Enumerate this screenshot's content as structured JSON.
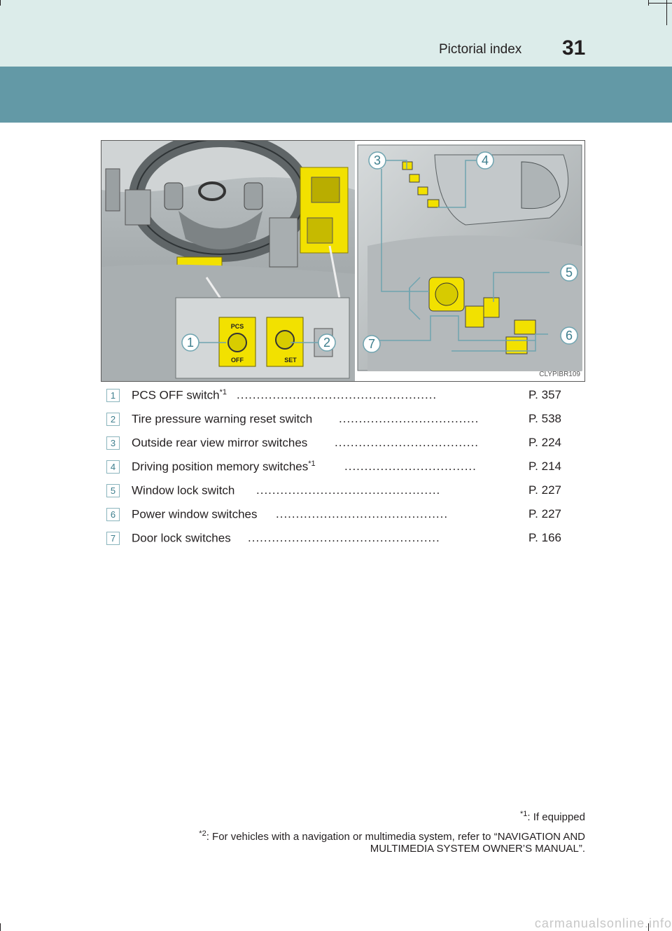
{
  "header": {
    "section_title": "Pictorial index",
    "page_number": "31"
  },
  "figure": {
    "image_code": "CLYPIBR109",
    "callouts": [
      "1",
      "2",
      "3",
      "4",
      "5",
      "6",
      "7"
    ],
    "button_labels": {
      "pcs_top": "PCS",
      "pcs_bottom": "OFF",
      "tire_set": "SET"
    }
  },
  "parts": [
    {
      "num": "1",
      "label": "PCS OFF switch",
      "mark": "*1",
      "page": "P. 357"
    },
    {
      "num": "2",
      "label": "Tire pressure warning reset switch",
      "mark": "",
      "page": "P. 538"
    },
    {
      "num": "3",
      "label": "Outside rear view mirror switches",
      "mark": "",
      "page": "P. 224"
    },
    {
      "num": "4",
      "label": "Driving position memory switches",
      "mark": "*1",
      "page": "P. 214"
    },
    {
      "num": "5",
      "label": "Window lock switch",
      "mark": "",
      "page": "P. 227"
    },
    {
      "num": "6",
      "label": "Power window switches",
      "mark": "",
      "page": "P. 227"
    },
    {
      "num": "7",
      "label": "Door lock switches",
      "mark": "",
      "page": "P. 166"
    }
  ],
  "footnotes": {
    "note1_mark": "*1",
    "note1_text": ": If equipped",
    "note2_mark": "*2",
    "note2_line1": ": For vehicles with a navigation or multimedia system, refer to “NAVIGATION AND",
    "note2_line2": "MULTIMEDIA SYSTEM OWNER’S MANUAL”."
  },
  "watermark": "carmanualsonline.info",
  "colors": {
    "header_band": "#dcecea",
    "teal_band": "#6399a6",
    "highlight": "#f2e100",
    "callout": "#3d7e8d"
  }
}
